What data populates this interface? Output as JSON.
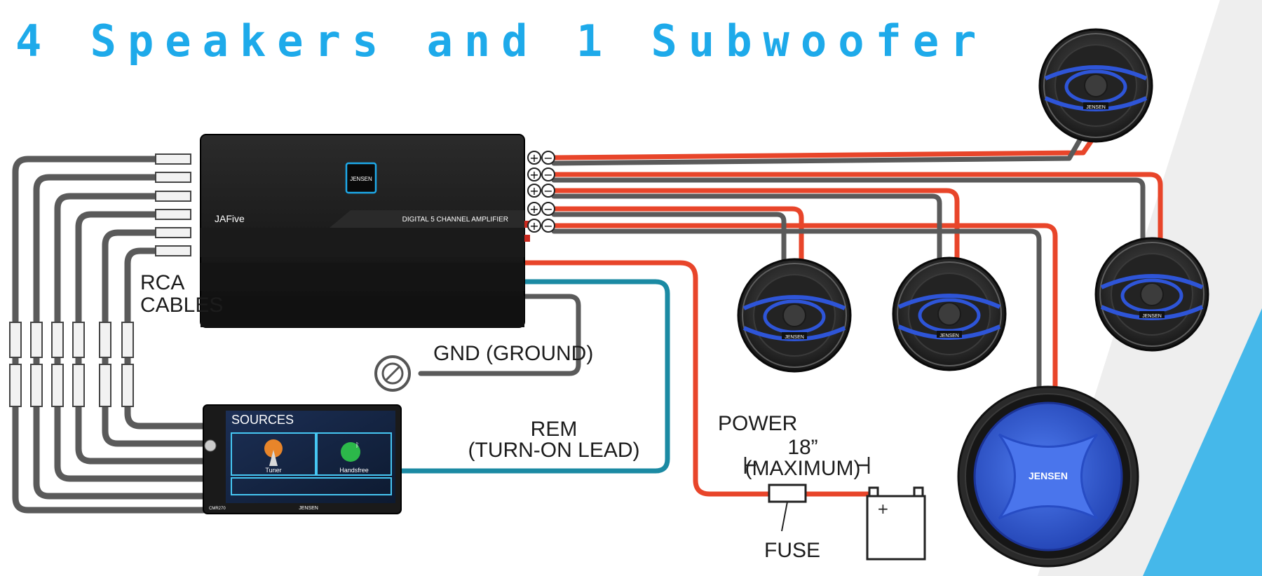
{
  "title": "4 Speakers and 1 Subwoofer",
  "labels": {
    "rca": [
      "RCA",
      "CABLES"
    ],
    "gnd": "GND (GROUND)",
    "rem": [
      "REM",
      "(TURN-ON LEAD)"
    ],
    "power": "POWER",
    "length": [
      "18”",
      "(MAXIMUM)"
    ],
    "fuse": "FUSE"
  },
  "amplifier": {
    "brand": "JENSEN",
    "model": "JAFive",
    "description": "DIGITAL 5 CHANNEL AMPLIFIER"
  },
  "head_unit": {
    "screen_title": "SOURCES",
    "tile_1": "Tuner",
    "tile_2": "Handsfree",
    "brand": "JENSEN",
    "model": "CMR270"
  },
  "speakers": {
    "brand": "JENSEN"
  },
  "subwoofer": {
    "brand": "JENSEN"
  },
  "colors": {
    "title": "#1eaaea",
    "speaker_wire": "#e8452a",
    "rem_wire": "#1b8aa3",
    "gnd_wire": "#5a5a5a",
    "rca_cable": "#5a5a5a",
    "speaker_ring": "#2e55d8",
    "subwoofer_cone": "#3a62d6"
  },
  "icons": [
    "plus-terminal-icon",
    "minus-terminal-icon",
    "ground-terminal-icon",
    "battery-icon",
    "fuse-icon",
    "tuner-icon",
    "phone-icon",
    "bluetooth-icon"
  ]
}
